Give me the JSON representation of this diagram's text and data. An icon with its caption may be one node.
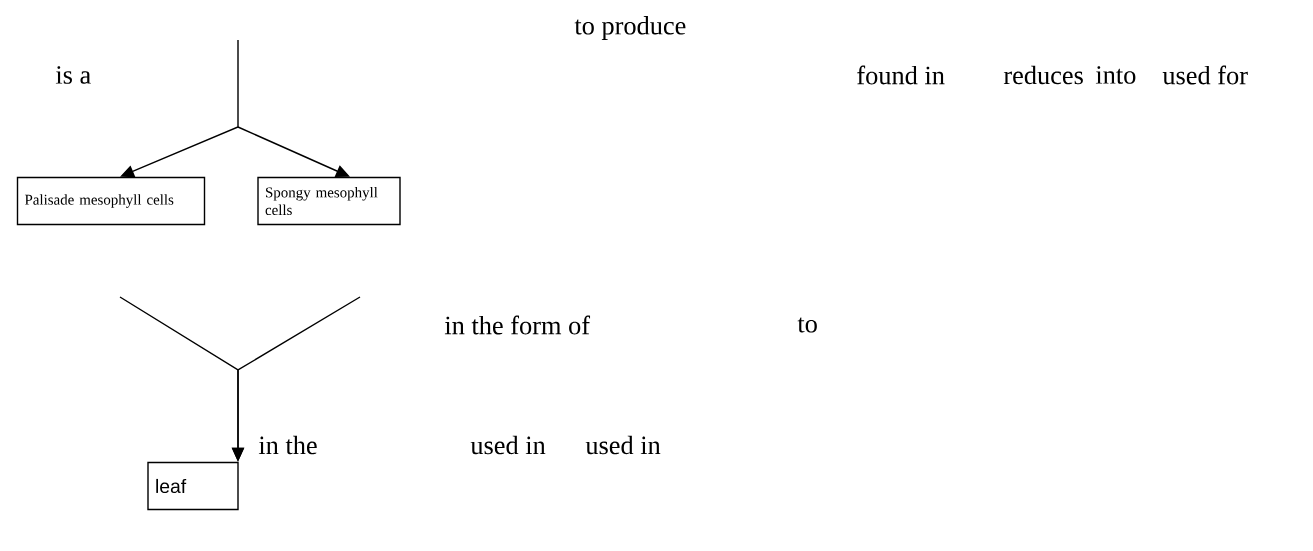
{
  "diagram": {
    "nodes": [
      {
        "text": [
          "Palisade mesophyll cells"
        ]
      },
      {
        "text": [
          "Spongy mesophyll cells"
        ]
      },
      {
        "text": [
          "leaf"
        ]
      }
    ],
    "edges": [
      {
        "from": null,
        "to": 0,
        "arrow": "to"
      },
      {
        "from": null,
        "to": 1,
        "arrow": "to"
      },
      {
        "from": null,
        "to": 2,
        "arrow": "to",
        "label": "in the"
      },
      {
        "from": null,
        "to": 2,
        "arrow": "to"
      }
    ],
    "labels": [
      "to produce",
      "is a",
      "found in",
      "reduces",
      "into",
      "used for",
      "in the form of",
      "to",
      "used in",
      "used in"
    ]
  }
}
